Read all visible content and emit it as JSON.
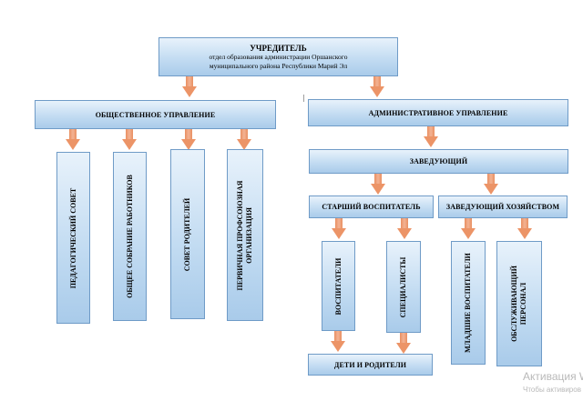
{
  "founder": {
    "title": "УЧРЕДИТЕЛЬ",
    "line1": "отдел образования администрации Оршанского",
    "line2": "муниципального района Республики Марий Эл"
  },
  "public_management": {
    "title": "ОБЩЕСТВЕННОЕ УПРАВЛЕНИЕ",
    "bodies": [
      {
        "line1": "ПЕДАГОГИЧЕСКИЙ СОВЕТ"
      },
      {
        "line1": "ОБЩЕЕ СОБРАНИЕ РАБОТНИКОВ"
      },
      {
        "line1": "СОВЕТ РОДИТЕЛЕЙ"
      },
      {
        "line1": "ПЕРВИЧНАЯ ПРОФСОЮЗНАЯ",
        "line2": "ОРГАНИЗАЦИЯ"
      }
    ]
  },
  "administrative_management": {
    "title": "АДМИНИСТРАТИВНОЕ УПРАВЛЕНИЕ",
    "head": "ЗАВЕДУЮЩИЙ",
    "senior_educator": {
      "title": "СТАРШИЙ ВОСПИТАТЕЛЬ",
      "children": [
        {
          "line1": "ВОСПИТАТЕЛИ"
        },
        {
          "line1": "СПЕЦИАЛИСТЫ"
        }
      ]
    },
    "supply_manager": {
      "title": "ЗАВЕДУЮЩИЙ ХОЗЯЙСТВОМ",
      "children": [
        {
          "line1": "МЛАДШИЕ ВОСПИТАТЕЛИ"
        },
        {
          "line1": "ОБСЛУЖИВАЮЩИЙ",
          "line2": "ПЕРСОНАЛ"
        }
      ]
    },
    "bottom": "ДЕТИ И РОДИТЕЛИ"
  },
  "watermark": {
    "line1": "Активация W",
    "line2": "Чтобы активиров"
  },
  "colors": {
    "box_fill": "#c3dcf2",
    "box_border": "#6f9bc7",
    "arrow": "#ec9467"
  }
}
